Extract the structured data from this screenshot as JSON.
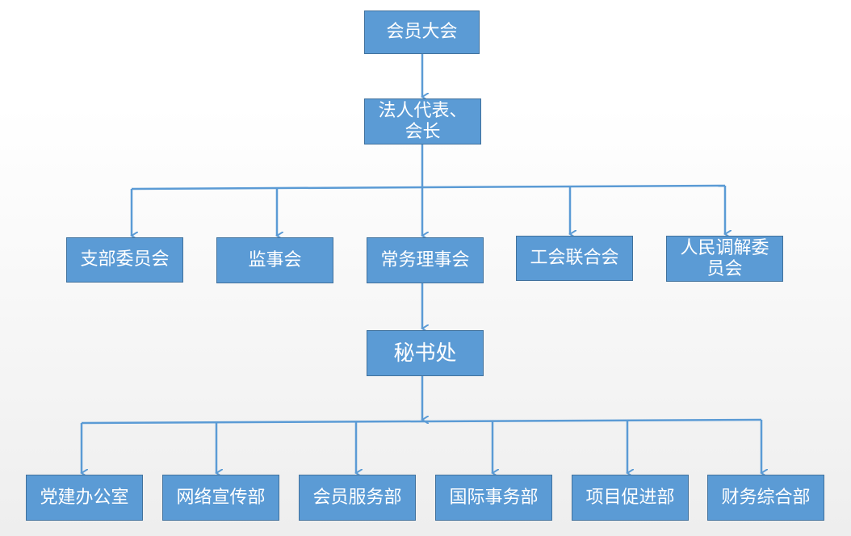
{
  "colors": {
    "node_fill": "#5b9bd5",
    "node_border": "#41719c",
    "connector": "#5b9bd5",
    "text": "#ffffff"
  },
  "nodes": {
    "assembly": "会员大会",
    "president": "法人代表、\n会长",
    "branch_committee": "支部委员会",
    "supervisory_board": "监事会",
    "standing_council": "常务理事会",
    "labor_union": "工会联合会",
    "mediation_committee": "人民调解委员会",
    "secretariat": "秘书处",
    "party_office": "党建办公室",
    "publicity_dept": "网络宣传部",
    "member_services": "会员服务部",
    "international_affairs": "国际事务部",
    "project_promotion": "项目促进部",
    "finance_dept": "财务综合部"
  }
}
